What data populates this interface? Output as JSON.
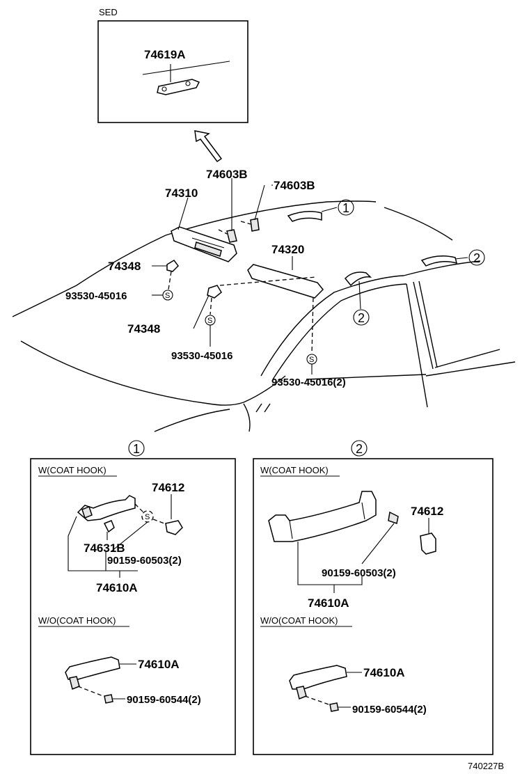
{
  "inset": {
    "title": "SED",
    "part": "74619A"
  },
  "main": {
    "p_74603B_a": "74603B",
    "p_74603B_b": "74603B",
    "p_74310": "74310",
    "p_74320": "74320",
    "p_74348_a": "74348",
    "p_74348_b": "74348",
    "p_93530_a": "93530-45016",
    "p_93530_b": "93530-45016",
    "p_93530_c": "93530-45016(2)",
    "ref_1": "1",
    "ref_2a": "2",
    "ref_2b": "2"
  },
  "panel1": {
    "ref": "1",
    "with_title": "W(COAT HOOK)",
    "p_74612": "74612",
    "p_74631B": "74631B",
    "p_90159_60503": "90159-60503(2)",
    "p_74610A": "74610A",
    "without_title": "W/O(COAT HOOK)",
    "p_74610A_wo": "74610A",
    "p_90159_60544": "90159-60544(2)"
  },
  "panel2": {
    "ref": "2",
    "with_title": "W(COAT HOOK)",
    "p_74612": "74612",
    "p_90159_60503": "90159-60503(2)",
    "p_74610A": "74610A",
    "without_title": "W/O(COAT HOOK)",
    "p_74610A_wo": "74610A",
    "p_90159_60544": "90159-60544(2)"
  },
  "footer": {
    "code": "740227B"
  }
}
